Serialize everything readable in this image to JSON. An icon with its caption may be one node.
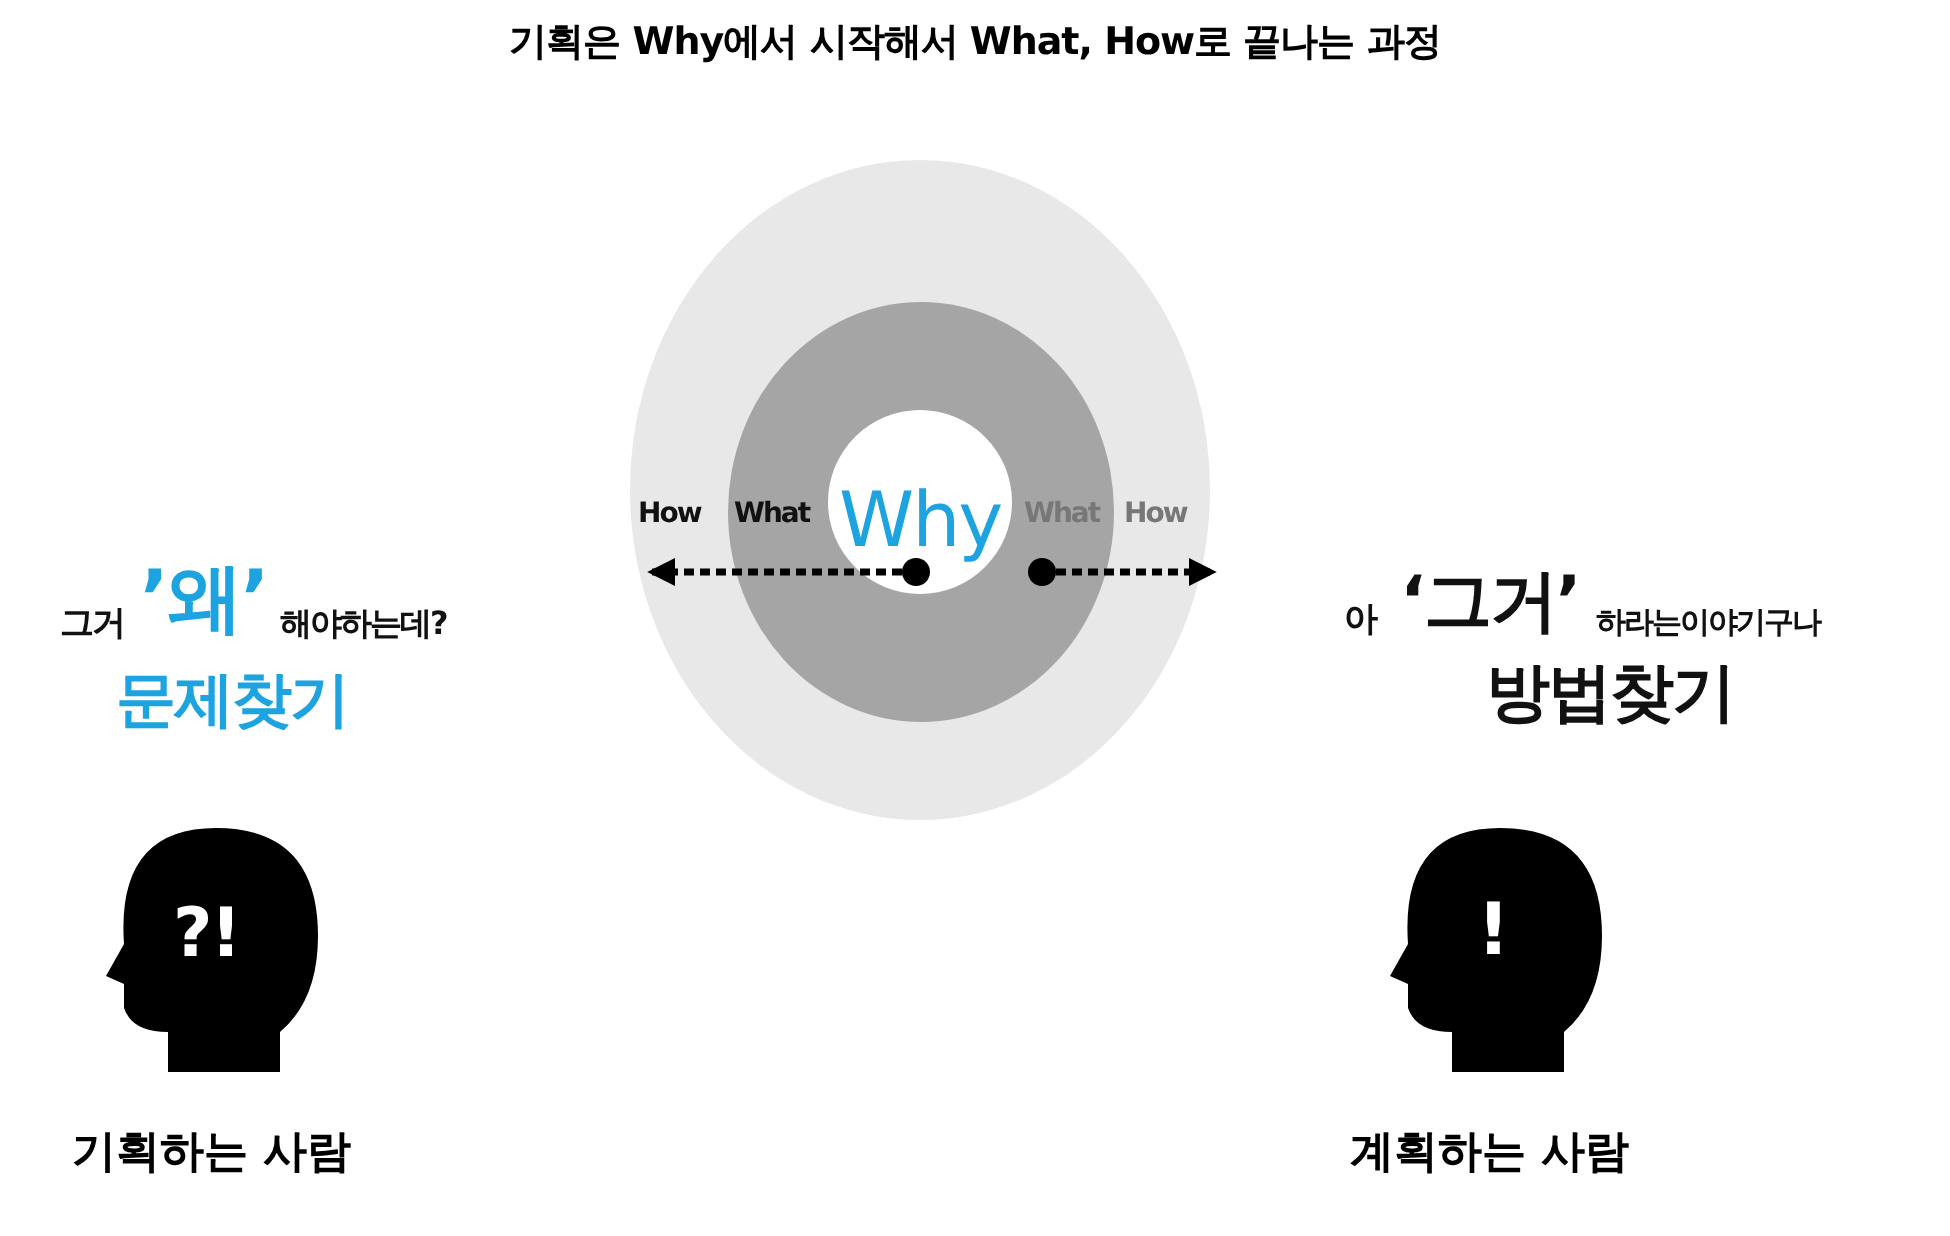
{
  "diagram": {
    "title": "기획은 Why에서 시작해서 What, How로 끝나는 과정",
    "nodes": [
      {
        "text": [
          "How",
          "How"
        ]
      },
      {
        "text": [
          "What",
          "What"
        ],
        "in": 0
      },
      {
        "text": [
          "Why"
        ],
        "in": 1
      },
      {
        "text": [],
        "shape": "circle",
        "in": 2
      },
      {
        "text": [],
        "shape": "circle",
        "in": 1
      },
      {
        "text": [
          "?!"
        ],
        "beside": [
          "기획하는 사람"
        ]
      },
      {
        "text": [
          "!"
        ],
        "beside": [
          "계획하는 사람"
        ]
      }
    ],
    "edges": [
      {
        "from": 3,
        "to": null,
        "arrow": "to",
        "style": "dashed"
      },
      {
        "from": 4,
        "to": null,
        "arrow": "to",
        "style": "dashed"
      }
    ],
    "labels": [
      "그거",
      "’왜’",
      "해야하는데?",
      "문제찾기",
      "아",
      "‘그거’",
      "하라는이야기구나",
      "방법찾기"
    ]
  }
}
